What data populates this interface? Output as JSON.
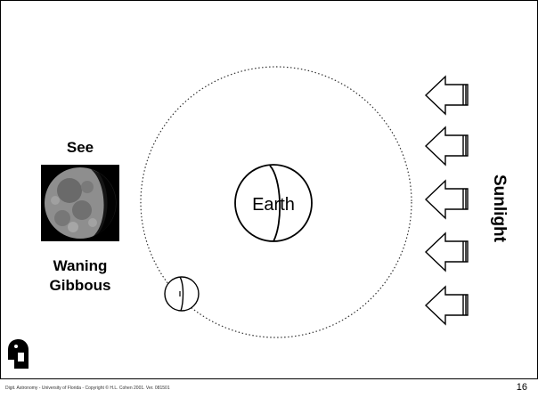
{
  "slide": {
    "see_label": "See",
    "phase_label_line1": "Waning",
    "phase_label_line2": "Gibbous",
    "earth_label": "Earth",
    "sunlight_label": "Sunlight",
    "footer": "Digit. Astronomy  - University of Florida  - Copyright © H.L. Cohen 2001. Ver. 081501",
    "page_number": "16"
  },
  "colors": {
    "orbit": "#333333",
    "outline": "#000000",
    "moon_photo_bg": "#000000"
  },
  "icons": {
    "sunlight_arrows": "left-arrow-icon",
    "logo": "gator-logo-icon"
  }
}
